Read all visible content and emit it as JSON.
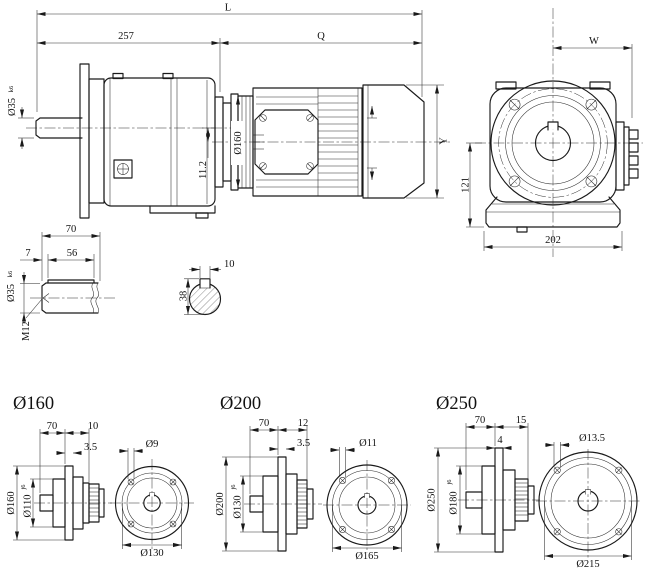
{
  "meta": {
    "drawing_type": "gearmotor dimensional drawing",
    "colors": {
      "line": "#1a1a1a",
      "background": "#ffffff"
    }
  },
  "main_view": {
    "overall_length": "L",
    "gear_unit_length": "257",
    "motor_length": "Q",
    "shaft_dia": "Ø35",
    "shaft_fit": "k6",
    "flange_dia": "Ø160",
    "axis_offset": "11.2",
    "motor_height": "Y"
  },
  "end_view": {
    "center_to_box": "W",
    "center_to_base": "121",
    "base_width": "202"
  },
  "shaft_detail": {
    "shaft_length": "70",
    "shoulder": "7",
    "key_length": "56",
    "dia": "Ø35",
    "fit": "k6",
    "center_thread": "M12"
  },
  "key_section": {
    "key_width": "10",
    "shaft_key_height": "38"
  },
  "flanges": [
    {
      "title": "Ø160",
      "len_70": "70",
      "flange_t": "10",
      "gap": "3.5",
      "outer_dia": "Ø160",
      "spigot_dia": "Ø110",
      "spigot_fit": "j6",
      "hole_dia": "Ø9",
      "bolt_circle": "Ø130"
    },
    {
      "title": "Ø200",
      "len_70": "70",
      "flange_t": "12",
      "gap": "3.5",
      "outer_dia": "Ø200",
      "spigot_dia": "Ø130",
      "spigot_fit": "j6",
      "hole_dia": "Ø11",
      "bolt_circle": "Ø165"
    },
    {
      "title": "Ø250",
      "len_70": "70",
      "flange_t": "15",
      "gap": "4",
      "outer_dia": "Ø250",
      "spigot_dia": "Ø180",
      "spigot_fit": "j6",
      "hole_dia": "Ø13.5",
      "bolt_circle": "Ø215"
    }
  ]
}
